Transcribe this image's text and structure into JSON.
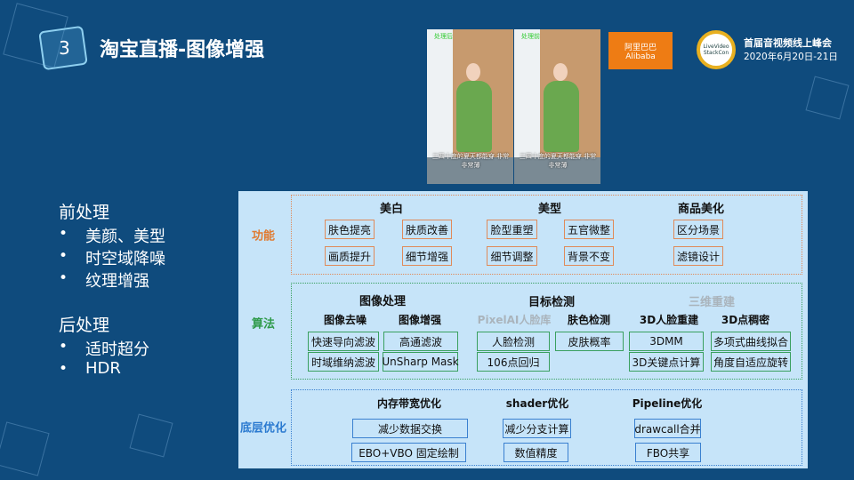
{
  "slide": {
    "number": "3",
    "title": "淘宝直播-图像增强"
  },
  "photos": [
    {
      "label": "处理后",
      "caption": "三四十度的夏天都能穿 非常非常薄"
    },
    {
      "label": "处理前",
      "caption": "三四十度的夏天都能穿 非常非常薄"
    }
  ],
  "logos": {
    "alibaba": "阿里巴巴 Alibaba",
    "lvs": "LiveVideo StackCon",
    "event": "首届音视频线上峰会",
    "date": "2020年6月20日-21日"
  },
  "left": {
    "pre_title": "前处理",
    "pre_items": [
      "美颜、美型",
      "时空域降噪",
      "纹理增强"
    ],
    "post_title": "后处理",
    "post_items": [
      "适时超分",
      "HDR"
    ]
  },
  "colors": {
    "func": "#e07a30",
    "algo": "#2e9a4a",
    "low": "#2b7ad0",
    "background": "#0f4b7d",
    "panel": "#c6e4f9"
  },
  "func": {
    "label": "功能",
    "headers": [
      "美白",
      "美型",
      "商品美化"
    ],
    "boxes": [
      "肤色提亮",
      "画质提升",
      "肤质改善",
      "细节增强",
      "脸型重塑",
      "细节调整",
      "五官微整",
      "背景不变",
      "区分场景",
      "滤镜设计"
    ]
  },
  "algo": {
    "label": "算法",
    "headers": [
      "图像处理",
      "目标检测",
      "三维重建"
    ],
    "subheaders": [
      "图像去噪",
      "图像增强",
      "PixelAI人脸库",
      "肤色检测",
      "3D人脸重建",
      "3D点稠密"
    ],
    "boxes": [
      "快速导向滤波",
      "时域维纳滤波",
      "高通滤波",
      "UnSharp Mask",
      "人脸检测",
      "106点回归",
      "皮肤概率",
      "3DMM",
      "3D关键点计算",
      "多项式曲线拟合",
      "角度自适应旋转"
    ]
  },
  "low": {
    "label": "底层优化",
    "headers": [
      "内存带宽优化",
      "shader优化",
      "Pipeline优化"
    ],
    "boxes": [
      "减少数据交换",
      "EBO+VBO 固定绘制",
      "减少分支计算",
      "数值精度",
      "drawcall合并",
      "FBO共享"
    ]
  }
}
